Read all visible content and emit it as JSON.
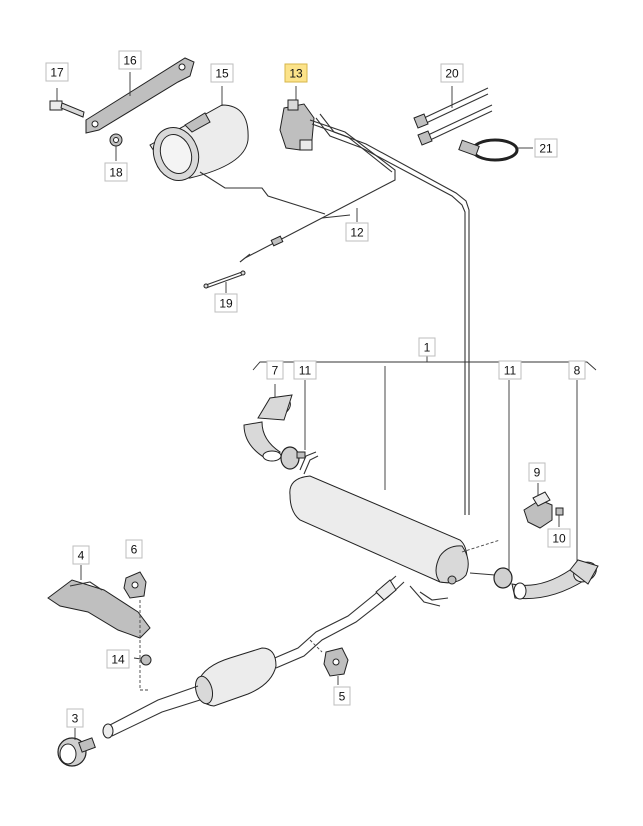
{
  "diagram": {
    "highlight_color": "#fce38a",
    "part_labels": [
      {
        "id": "p1",
        "text": "1"
      },
      {
        "id": "p3",
        "text": "3"
      },
      {
        "id": "p4",
        "text": "4"
      },
      {
        "id": "p5",
        "text": "5"
      },
      {
        "id": "p6",
        "text": "6"
      },
      {
        "id": "p7",
        "text": "7"
      },
      {
        "id": "p8",
        "text": "8"
      },
      {
        "id": "p9",
        "text": "9"
      },
      {
        "id": "p10",
        "text": "10"
      },
      {
        "id": "p11a",
        "text": "11"
      },
      {
        "id": "p11b",
        "text": "11"
      },
      {
        "id": "p12",
        "text": "12"
      },
      {
        "id": "p13",
        "text": "13",
        "highlighted": true
      },
      {
        "id": "p14",
        "text": "14"
      },
      {
        "id": "p15",
        "text": "15"
      },
      {
        "id": "p16",
        "text": "16"
      },
      {
        "id": "p17",
        "text": "17"
      },
      {
        "id": "p18",
        "text": "18"
      },
      {
        "id": "p19",
        "text": "19"
      },
      {
        "id": "p20",
        "text": "20"
      },
      {
        "id": "p21",
        "text": "21"
      }
    ]
  }
}
